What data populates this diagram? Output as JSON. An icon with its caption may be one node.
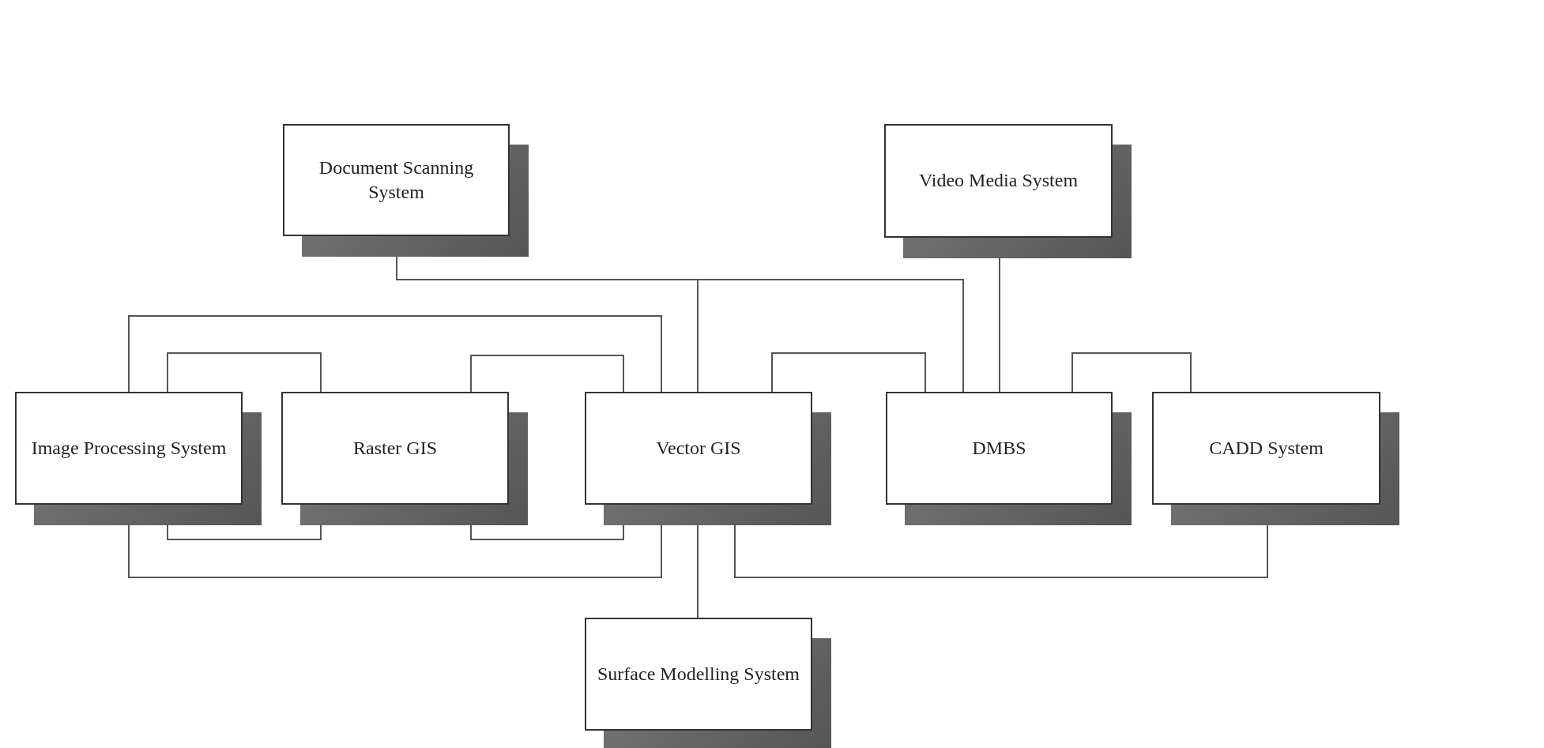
{
  "diagram": {
    "nodes": [
      {
        "text": [
          "Document Scanning System"
        ]
      },
      {
        "text": [
          "Video Media System"
        ]
      },
      {
        "text": [
          "Image Processing System"
        ]
      },
      {
        "text": [
          "Raster GIS"
        ]
      },
      {
        "text": [
          "Vector GIS"
        ]
      },
      {
        "text": [
          "DMBS"
        ]
      },
      {
        "text": [
          "CADD System"
        ]
      },
      {
        "text": [
          "Surface Modelling System"
        ]
      }
    ],
    "edges": [
      {
        "from": 0,
        "to": 4,
        "arrow": "none"
      },
      {
        "from": 0,
        "to": 5,
        "arrow": "none"
      },
      {
        "from": 1,
        "to": 5,
        "arrow": "none"
      },
      {
        "from": 4,
        "to": 7,
        "arrow": "none"
      },
      {
        "from": 2,
        "to": 4,
        "arrow": "none"
      },
      {
        "from": 2,
        "to": 4,
        "arrow": "none"
      },
      {
        "from": 2,
        "to": 3,
        "arrow": "none"
      },
      {
        "from": 2,
        "to": 3,
        "arrow": "none"
      },
      {
        "from": 3,
        "to": 4,
        "arrow": "none"
      },
      {
        "from": 3,
        "to": 4,
        "arrow": "none"
      },
      {
        "from": 4,
        "to": 5,
        "arrow": "none"
      },
      {
        "from": 4,
        "to": 6,
        "arrow": "none"
      },
      {
        "from": 5,
        "to": 6,
        "arrow": "none"
      }
    ]
  }
}
